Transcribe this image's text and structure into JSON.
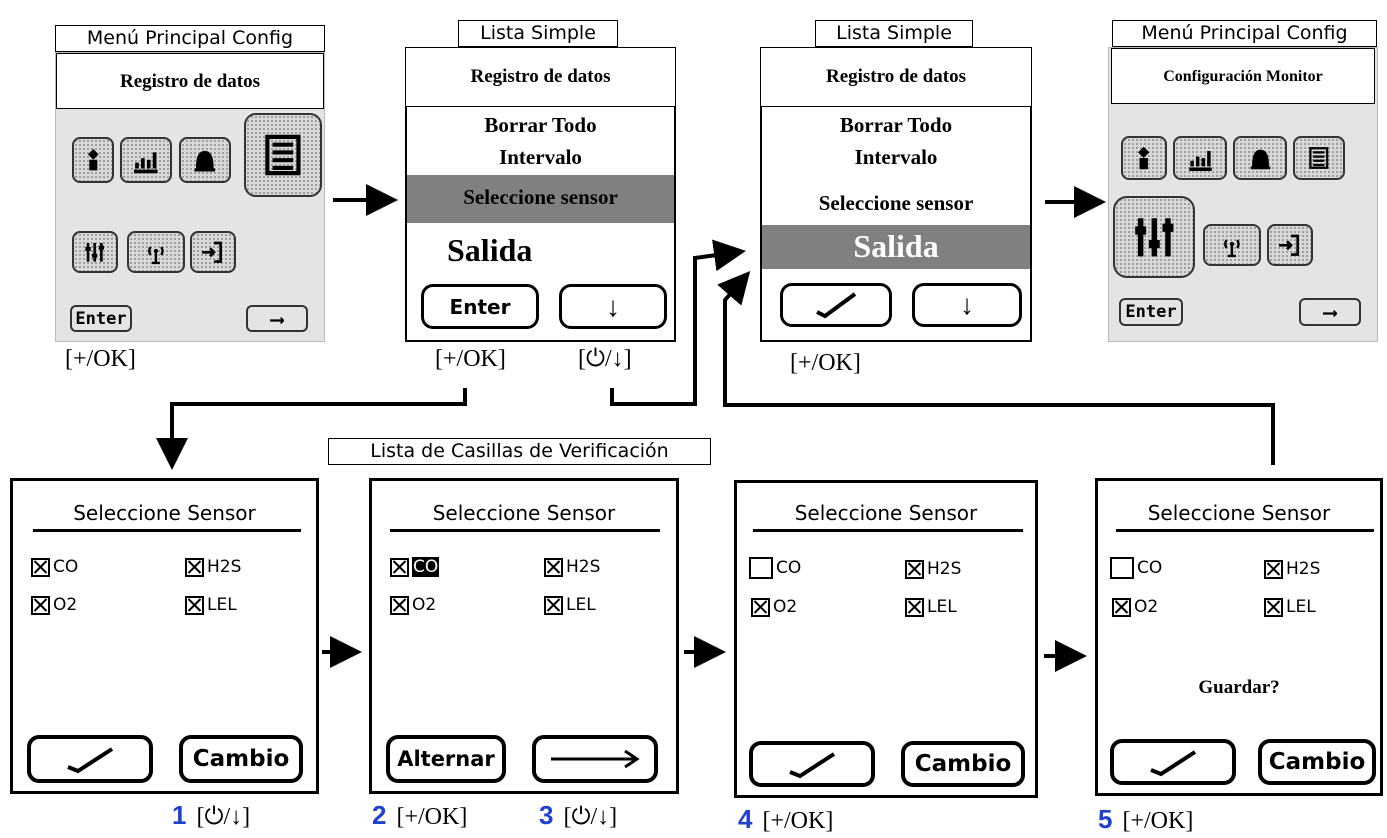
{
  "top": {
    "p1": {
      "caption": "Menú Principal Config",
      "header": "Registro de datos",
      "enter": "Enter",
      "key": "[+/OK]"
    },
    "p2": {
      "caption": "Lista Simple",
      "header": "Registro de datos",
      "items": [
        "Borrar Todo",
        "Intervalo",
        "Seleccione sensor",
        "Salida"
      ],
      "enter": "Enter",
      "key_left": "[+/OK]",
      "key_right": "[⏻/↓]"
    },
    "p3": {
      "caption": "Lista Simple",
      "header": "Registro de datos",
      "items": [
        "Borrar Todo",
        "Intervalo",
        "Seleccione sensor",
        "Salida"
      ],
      "key": "[+/OK]"
    },
    "p4": {
      "caption": "Menú Principal Config",
      "header": "Configuración Monitor",
      "enter": "Enter"
    }
  },
  "bottom": {
    "caption": "Lista de Casillas de Verificación",
    "title": "Seleccione Sensor",
    "sensors": [
      "CO",
      "H2S",
      "O2",
      "LEL"
    ],
    "p5": {
      "checked": [
        true,
        true,
        true,
        true
      ],
      "right_button": "Cambio",
      "step": "1",
      "key": "[⏻/↓]"
    },
    "p6": {
      "checked": [
        true,
        true,
        true,
        true
      ],
      "left_button": "Alternar",
      "step_left": "2",
      "key_left": "[+/OK]",
      "step_right": "3",
      "key_right": "[⏻/↓]"
    },
    "p7": {
      "checked": [
        false,
        true,
        true,
        true
      ],
      "right_button": "Cambio",
      "step": "4",
      "key": "[+/OK]"
    },
    "p8": {
      "checked": [
        false,
        true,
        true,
        true
      ],
      "prompt": "Guardar?",
      "right_button": "Cambio",
      "step": "5",
      "key": "[+/OK]"
    }
  }
}
